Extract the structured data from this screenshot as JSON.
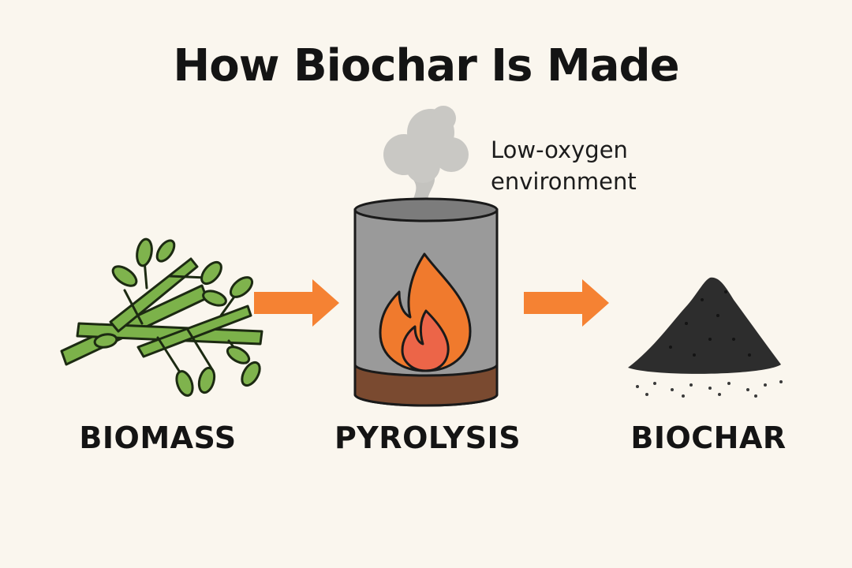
{
  "title": "How Biochar Is Made",
  "stages": [
    {
      "label": "BIOMASS",
      "icon": "branch-with-leaves-icon"
    },
    {
      "label": "PYROLYSIS",
      "icon": "kiln-with-flame-icon"
    },
    {
      "label": "BIOCHAR",
      "icon": "charcoal-pile-icon"
    }
  ],
  "annotation": {
    "line1": "Low-oxygen",
    "line2": "environment"
  },
  "colors": {
    "background": "#faf6ee",
    "arrow": "#f58233",
    "leaf": "#7fb34d",
    "kiln_body": "#9a9a9a",
    "kiln_base": "#7a4a30",
    "flame_outer": "#f07a2d",
    "flame_inner": "#ec6548",
    "biochar": "#2d2d2d",
    "smoke": "#c9c8c4"
  }
}
